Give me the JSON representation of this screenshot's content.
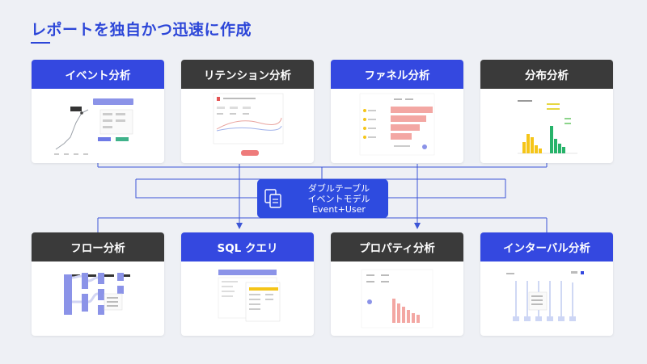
{
  "page": {
    "title": "レポートを独自かつ迅速に作成"
  },
  "cards": [
    {
      "label": "イベント分析"
    },
    {
      "label": "リテンション分析"
    },
    {
      "label": "ファネル分析"
    },
    {
      "label": "分布分析"
    },
    {
      "label": "フロー分析"
    },
    {
      "label": "SQL クエリ"
    },
    {
      "label": "プロパティ分析"
    },
    {
      "label": "インターバル分析"
    }
  ],
  "center": {
    "line1": "ダブルテーブル",
    "line2": "イベントモデル",
    "line3": "Event+User"
  },
  "colors": {
    "accent": "#3448e0",
    "dark": "#3a3a3a",
    "line": "#3c55d6",
    "sale": "#f3a7a3",
    "yellow": "#f5c518",
    "green": "#27b36a"
  }
}
